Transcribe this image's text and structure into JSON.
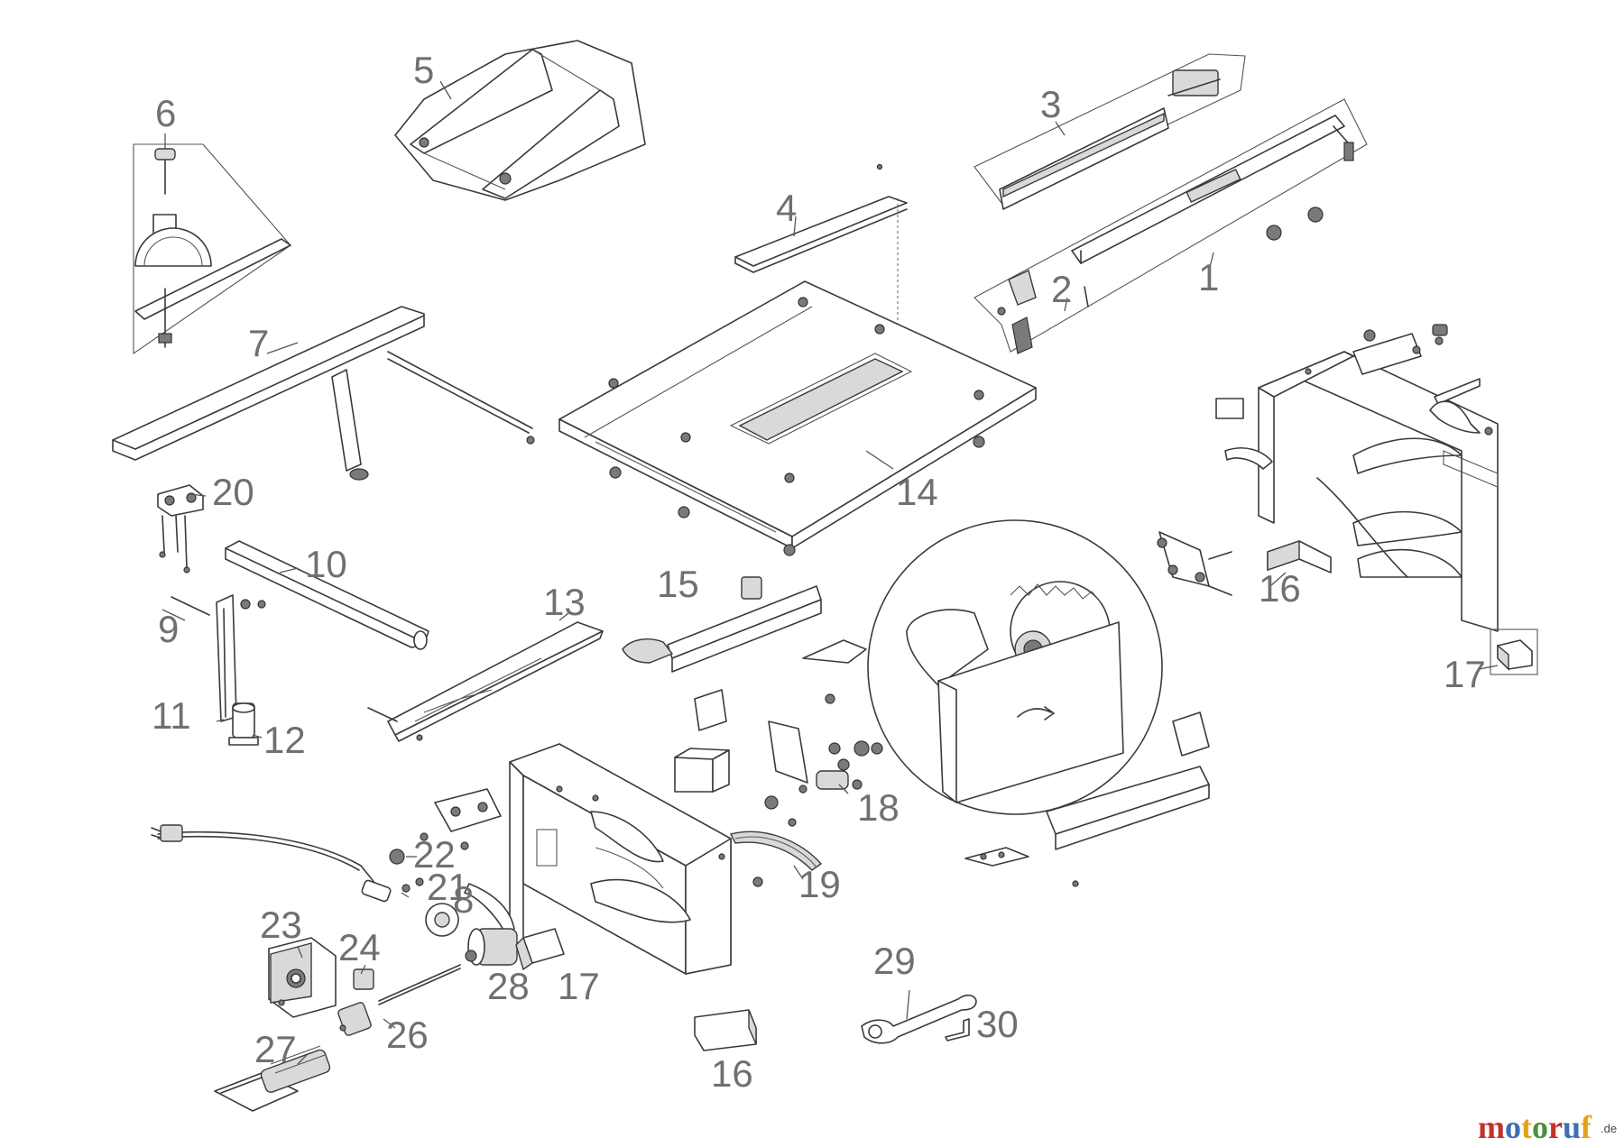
{
  "diagram": {
    "callouts": [
      {
        "id": "c1",
        "label": "1"
      },
      {
        "id": "c2",
        "label": "2"
      },
      {
        "id": "c3",
        "label": "3"
      },
      {
        "id": "c4",
        "label": "4"
      },
      {
        "id": "c5",
        "label": "5"
      },
      {
        "id": "c6",
        "label": "6"
      },
      {
        "id": "c7",
        "label": "7"
      },
      {
        "id": "c8",
        "label": "8"
      },
      {
        "id": "c9",
        "label": "9"
      },
      {
        "id": "c10",
        "label": "10"
      },
      {
        "id": "c11",
        "label": "11"
      },
      {
        "id": "c12",
        "label": "12"
      },
      {
        "id": "c13",
        "label": "13"
      },
      {
        "id": "c14",
        "label": "14"
      },
      {
        "id": "c15",
        "label": "15"
      },
      {
        "id": "c16a",
        "label": "16"
      },
      {
        "id": "c16b",
        "label": "16"
      },
      {
        "id": "c17a",
        "label": "17"
      },
      {
        "id": "c17b",
        "label": "17"
      },
      {
        "id": "c18",
        "label": "18"
      },
      {
        "id": "c19",
        "label": "19"
      },
      {
        "id": "c20",
        "label": "20"
      },
      {
        "id": "c21",
        "label": "21"
      },
      {
        "id": "c22",
        "label": "22"
      },
      {
        "id": "c23",
        "label": "23"
      },
      {
        "id": "c24",
        "label": "24"
      },
      {
        "id": "c26",
        "label": "26"
      },
      {
        "id": "c27",
        "label": "27"
      },
      {
        "id": "c28",
        "label": "28"
      },
      {
        "id": "c29",
        "label": "29"
      },
      {
        "id": "c30",
        "label": "30"
      }
    ]
  },
  "watermark": {
    "text_main": "motoruf",
    "text_suffix": ".de",
    "colors": [
      "#c8302a",
      "#3c6fb4",
      "#e3a21a",
      "#4a8f3c"
    ]
  }
}
